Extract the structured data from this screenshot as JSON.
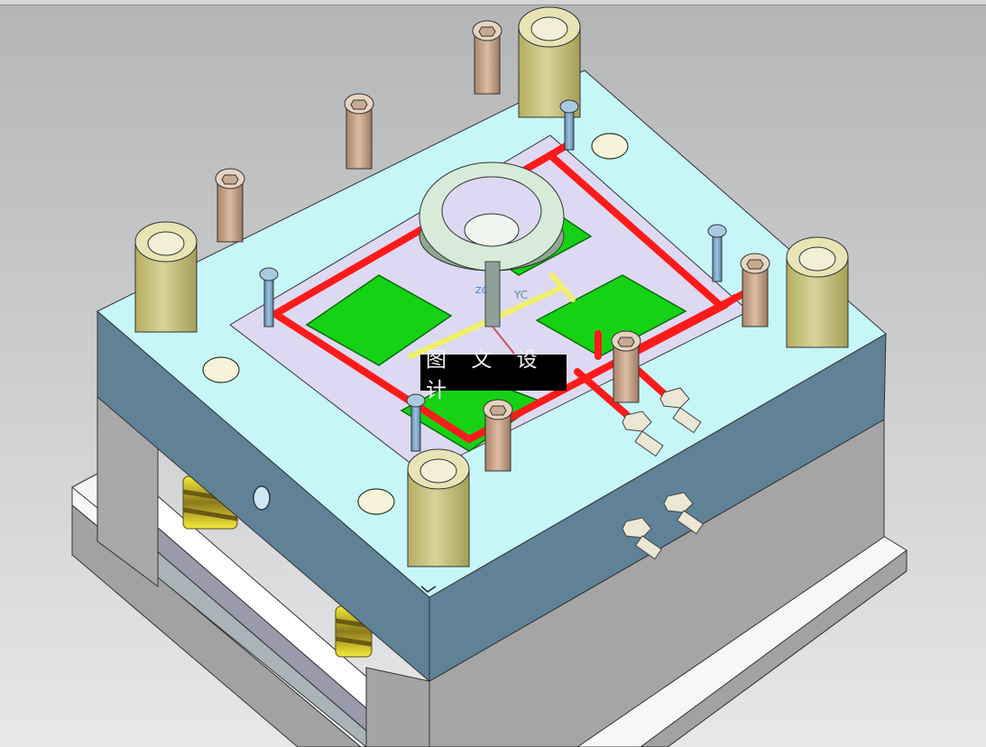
{
  "viewport": {
    "background": "#b8b9bb",
    "background_bottom": "#e4e5e6"
  },
  "watermark": {
    "text": "图 文 设 计"
  },
  "csys": {
    "yc_label": "YC",
    "zc_label": "ZC",
    "yc_color": "#5a8aa0",
    "zc_color": "#3a7fd0"
  },
  "colors": {
    "plate_top": "#c6f6f8",
    "plate_side_front": "#5e8197",
    "plate_side_right": "#5e8197",
    "lower_block": "#a3a3a3",
    "insert_area": "#ddd9f2",
    "cooling_channel": "#ff1a1a",
    "cavity": "#15d215",
    "guide_bushing": "#cfc98a",
    "screw": "#c9a58a",
    "spring": "#f2e33c",
    "ring": "#d6ecd8",
    "fitting": "#ece7d4"
  },
  "model": {
    "components": [
      "top-clamp-plate",
      "cavity-plate",
      "locating-ring",
      "guide-bushings",
      "cooling-channels",
      "cavity-inserts",
      "socket-head-screws",
      "water-fittings",
      "return-springs",
      "base-plate"
    ]
  }
}
